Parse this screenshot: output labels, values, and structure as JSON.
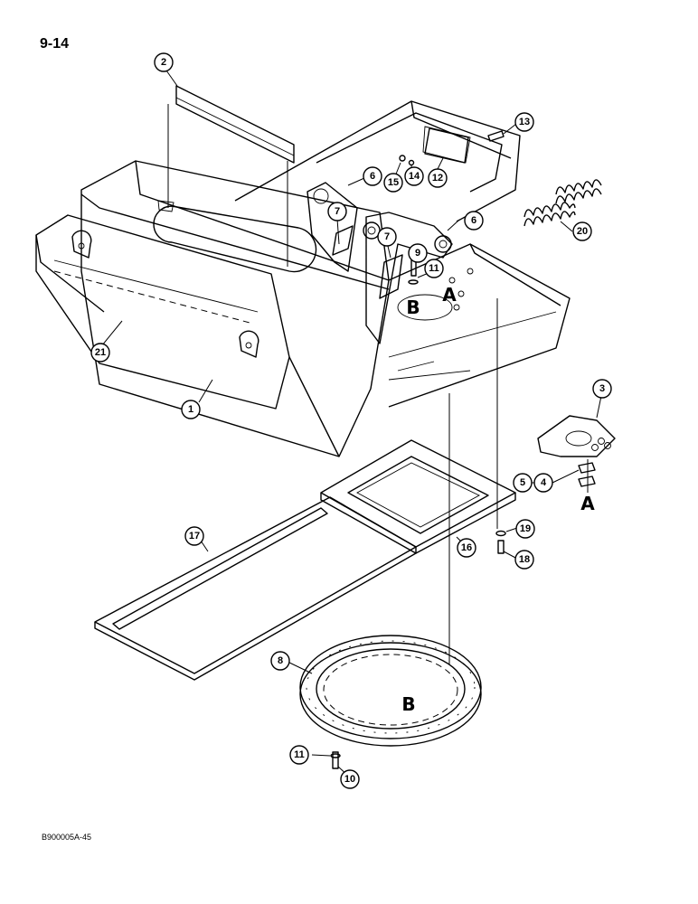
{
  "page": {
    "number": "9-14",
    "figure_code": "B900005A-45"
  },
  "callouts": [
    "1",
    "2",
    "3",
    "4",
    "5",
    "6",
    "6",
    "7",
    "7",
    "8",
    "9",
    "10",
    "11",
    "11",
    "12",
    "13",
    "14",
    "15",
    "16",
    "17",
    "18",
    "19",
    "20",
    "21"
  ],
  "ref_letters": [
    "A",
    "A",
    "B",
    "B"
  ]
}
